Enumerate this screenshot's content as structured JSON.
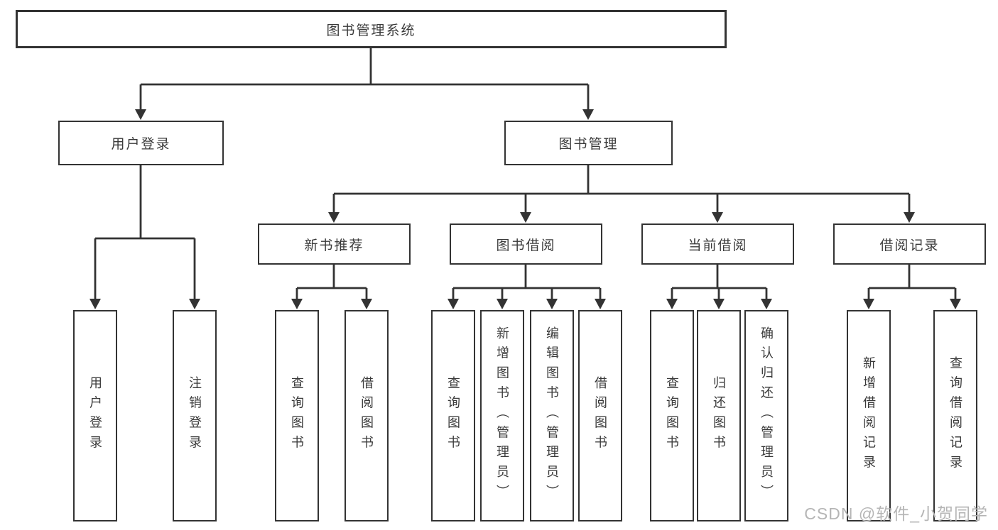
{
  "diagram": {
    "title": "图书管理系统",
    "level2": [
      {
        "label": "用户登录"
      },
      {
        "label": "图书管理"
      }
    ],
    "level3": [
      {
        "label": "新书推荐"
      },
      {
        "label": "图书借阅"
      },
      {
        "label": "当前借阅"
      },
      {
        "label": "借阅记录"
      }
    ],
    "leaves": [
      {
        "label": "用户登录"
      },
      {
        "label": "注销登录"
      },
      {
        "label": "查询图书"
      },
      {
        "label": "借阅图书"
      },
      {
        "label": "查询图书"
      },
      {
        "label": "新增图书（管理员）"
      },
      {
        "label": "编辑图书（管理员）"
      },
      {
        "label": "借阅图书"
      },
      {
        "label": "查询图书"
      },
      {
        "label": "归还图书"
      },
      {
        "label": "确认归还（管理员）"
      },
      {
        "label": "新增借阅记录"
      },
      {
        "label": "查询借阅记录"
      }
    ]
  },
  "watermark": "CSDN @软件_小贺同学",
  "colors": {
    "line": "#333333",
    "box_background": "#ffffff",
    "text": "#3a3a3a",
    "watermark": "#b5b5b5",
    "page_background": "#ffffff"
  }
}
